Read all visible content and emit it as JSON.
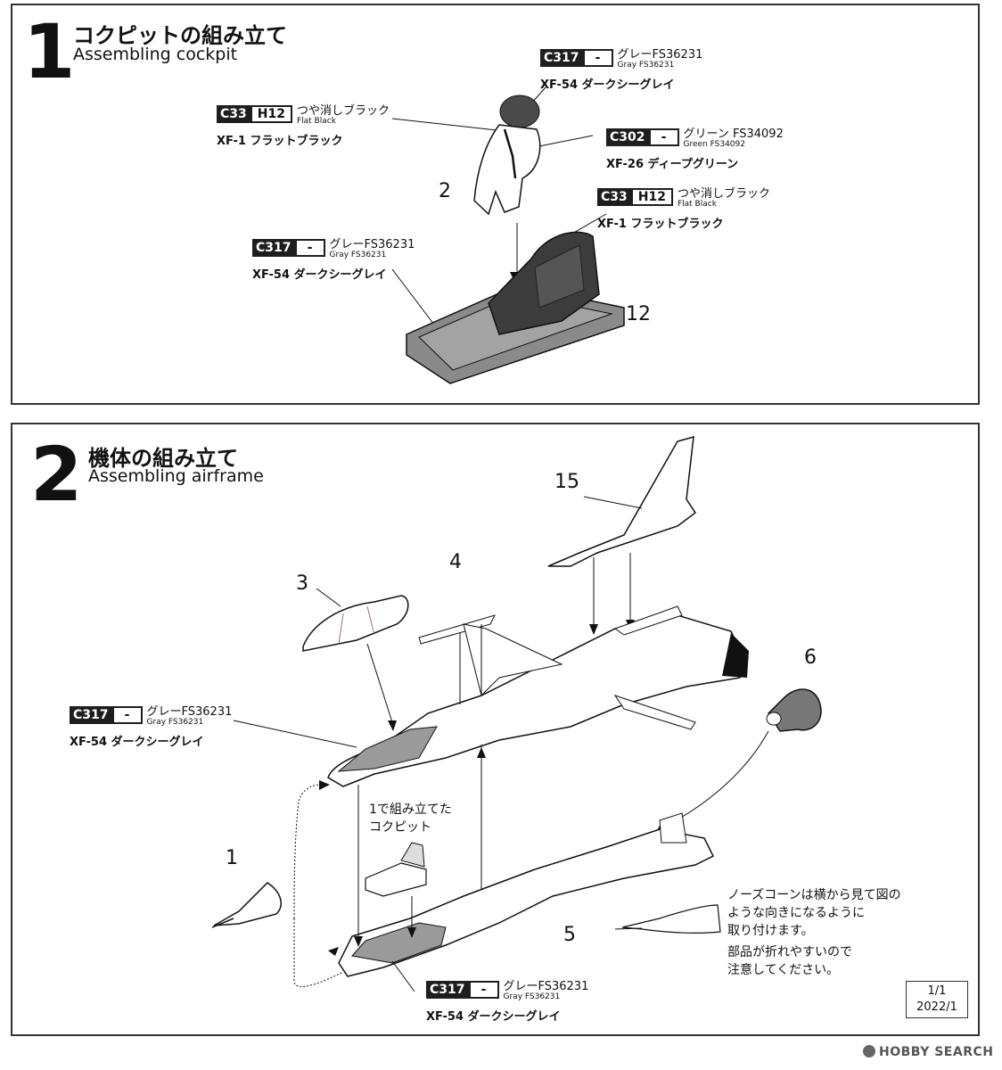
{
  "step1": {
    "number": "1",
    "title_jp": "コクピットの組み立て",
    "title_en": "Assembling cockpit",
    "part_figure": "2",
    "part_seat": "12",
    "callout_top": {
      "code1": "C317",
      "code2": "-",
      "name_jp": "グレーFS36231",
      "name_en": "Gray FS36231",
      "xf": "XF-54 ダークシーグレイ"
    },
    "callout_flatblack_pilot": {
      "code1": "C33",
      "code2": "H12",
      "name_jp": "つや消しブラック",
      "name_en": "Flat Black",
      "xf": "XF-1 フラットブラック"
    },
    "callout_green": {
      "code1": "C302",
      "code2": "-",
      "name_jp": "グリーン FS34092",
      "name_en": "Green FS34092",
      "xf": "XF-26 ディープグリーン"
    },
    "callout_flatblack_seat": {
      "code1": "C33",
      "code2": "H12",
      "name_jp": "つや消しブラック",
      "name_en": "Flat Black",
      "xf": "XF-1 フラットブラック"
    },
    "callout_gray_tub": {
      "code1": "C317",
      "code2": "-",
      "name_jp": "グレーFS36231",
      "name_en": "Gray FS36231",
      "xf": "XF-54 ダークシーグレイ"
    }
  },
  "step2": {
    "number": "2",
    "title_jp": "機体の組み立て",
    "title_en": "Assembling airframe",
    "parts": {
      "p1": "1",
      "p3": "3",
      "p4": "4",
      "p5": "5",
      "p6": "6",
      "p15": "15"
    },
    "callout_upper": {
      "code1": "C317",
      "code2": "-",
      "name_jp": "グレーFS36231",
      "name_en": "Gray FS36231",
      "xf": "XF-54 ダークシーグレイ"
    },
    "callout_lower": {
      "code1": "C317",
      "code2": "-",
      "name_jp": "グレーFS36231",
      "name_en": "Gray FS36231",
      "xf": "XF-54 ダークシーグレイ"
    },
    "cockpit_note_line1": "1で組み立てた",
    "cockpit_note_line2": "コクピット",
    "nose_note_lines": [
      "ノーズコーンは横から見て図の",
      "ような向きになるように",
      "取り付けます。",
      "部品が折れやすいので",
      "注意してください。"
    ],
    "page_label": "1/1",
    "date_label": "2022/1"
  },
  "watermark": "HOBBY SEARCH"
}
